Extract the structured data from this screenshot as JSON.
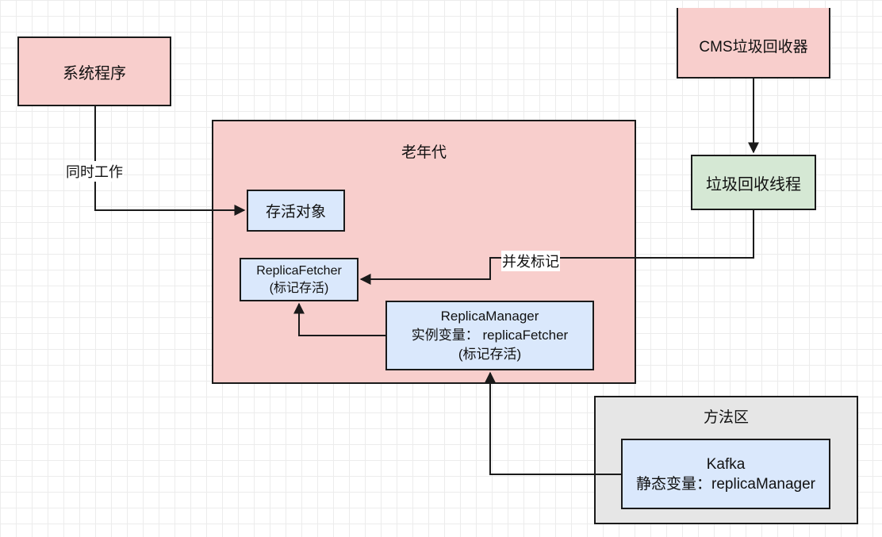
{
  "nodes": {
    "system_program": "系统程序",
    "cms_collector": "CMS垃圾回收器",
    "gc_thread": "垃圾回收线程",
    "live_objects": "存活对象",
    "replica_fetcher": {
      "line1": "ReplicaFetcher",
      "line2": "(标记存活)"
    },
    "replica_manager": {
      "line1": "ReplicaManager",
      "line2": "实例变量： replicaFetcher",
      "line3": "(标记存活)"
    },
    "kafka": {
      "line1": "Kafka",
      "line2": "静态变量：replicaManager"
    }
  },
  "containers": {
    "old_generation": "老年代",
    "method_area": "方法区"
  },
  "edge_labels": {
    "work_together": "同时工作",
    "concurrent_mark": "并发标记"
  },
  "colors": {
    "pink_fill": "#f8cecc",
    "blue_fill": "#dae8fc",
    "green_fill": "#d5e8d4",
    "gray_fill": "#e6e6e6",
    "stroke": "#1a1a1a"
  }
}
